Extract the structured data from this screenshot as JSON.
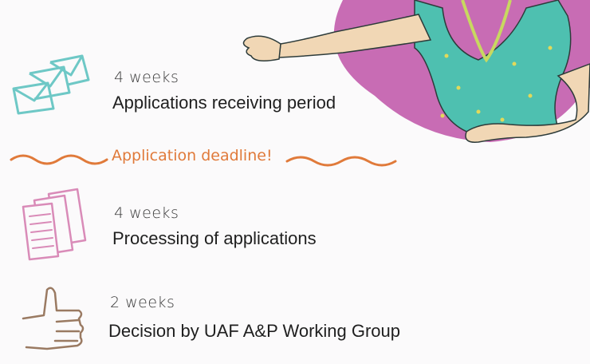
{
  "steps": [
    {
      "duration": "4 weeks",
      "label": "Applications receiving period",
      "icon": "envelopes-icon"
    },
    {
      "duration": "4 weeks",
      "label": "Processing of applications",
      "icon": "documents-icon"
    },
    {
      "duration": "2 weeks",
      "label": "Decision by UAF A&P Working Group",
      "icon": "thumbs-up-icon"
    }
  ],
  "deadline": {
    "label": "Application deadline!"
  },
  "colors": {
    "accent": "#e07a3a",
    "envelope": "#6ec8c6",
    "document": "#d98bb8",
    "thumb": "#9a7a62",
    "blob": "#c86cb4",
    "shirt": "#4ec0b0",
    "skin": "#f1d7b5"
  }
}
